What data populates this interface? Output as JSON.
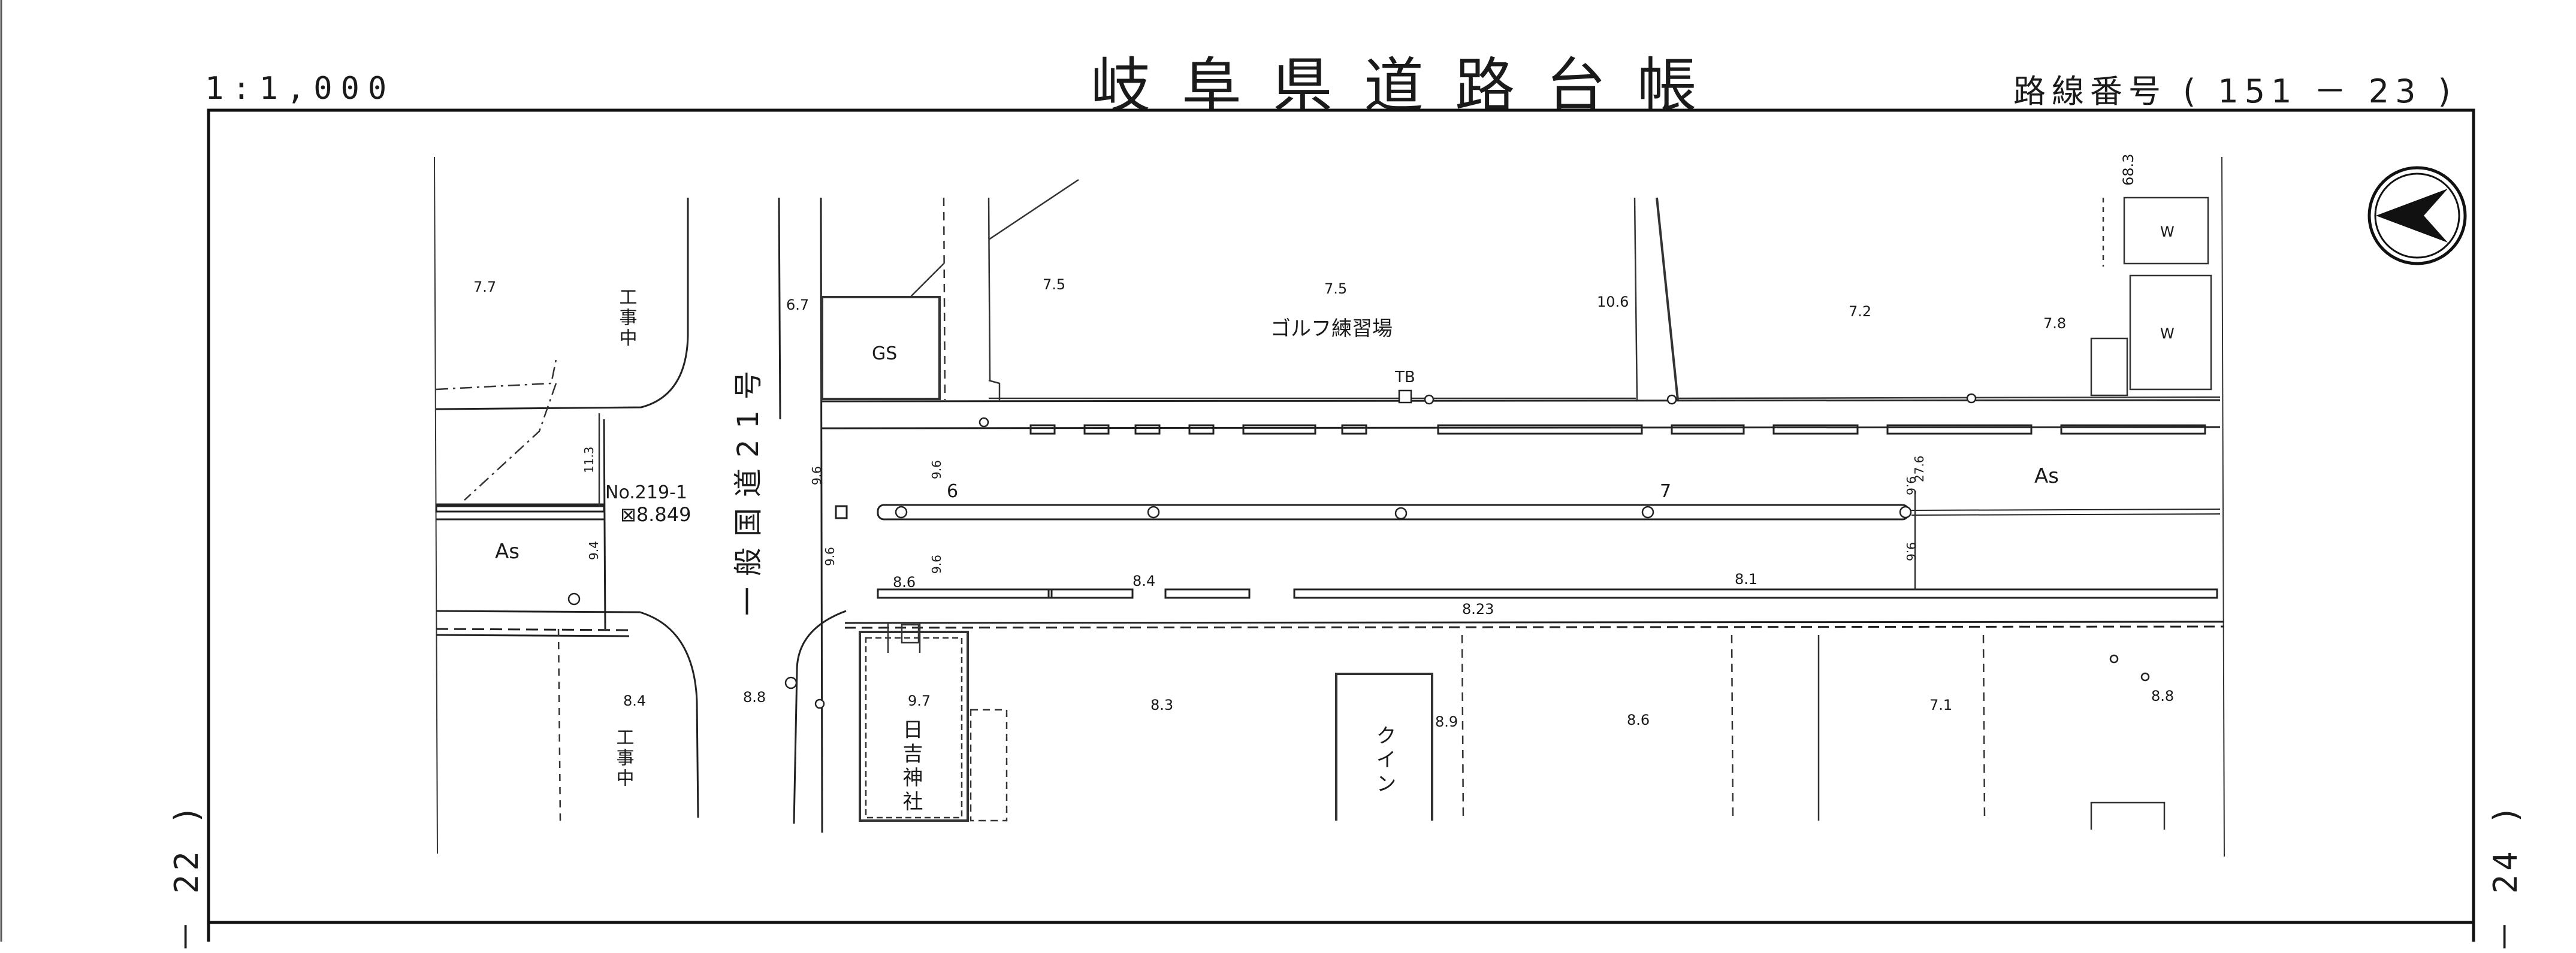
{
  "header": {
    "scale": "1:1,000",
    "title": "岐阜県道路台帳",
    "route": "路線番号 ( 151 － 23 )"
  },
  "margin_marks": {
    "left": "－ 22 )",
    "right": "－ 24 )"
  },
  "map": {
    "road_name": "一般国道21号",
    "golf": "ゴルフ練習場",
    "gs": "GS",
    "tb": "TB",
    "w1": "W",
    "w2": "W",
    "as_left": "As",
    "as_right": "As",
    "benchmark_no": "No.219-1",
    "benchmark_val": "⊠8.849",
    "shrine": "日吉神社",
    "quin": "クイン",
    "construction1": "工事中",
    "construction2": "工事中",
    "north": "north-arrow-icon",
    "spot_heights": [
      "7.7",
      "6.7",
      "7.5",
      "7.5",
      "10.6",
      "7.2",
      "7.8",
      "68.3",
      "8.4",
      "8.8",
      "9.7",
      "8.3",
      "8.9",
      "8.6",
      "7.1",
      "8.8",
      "8.6",
      "8.4",
      "8.1",
      "8.23"
    ],
    "widths": [
      "11.3",
      "9.4",
      "9.6",
      "9.6",
      "9.6",
      "9.6",
      "9.6",
      "27.6",
      "9.6"
    ],
    "stations": [
      "6",
      "7"
    ]
  }
}
